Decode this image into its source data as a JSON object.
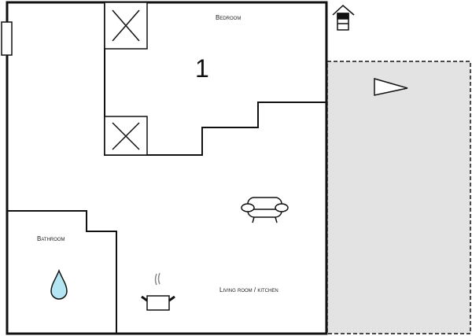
{
  "rooms": {
    "bedroom": "Bedroom",
    "bathroom": "Bathroom",
    "living": "Living room / kitchen",
    "number": "1"
  },
  "colors": {
    "terrace": "#e3e3e3",
    "water": "#b3e6f2",
    "wall": "#111111"
  }
}
